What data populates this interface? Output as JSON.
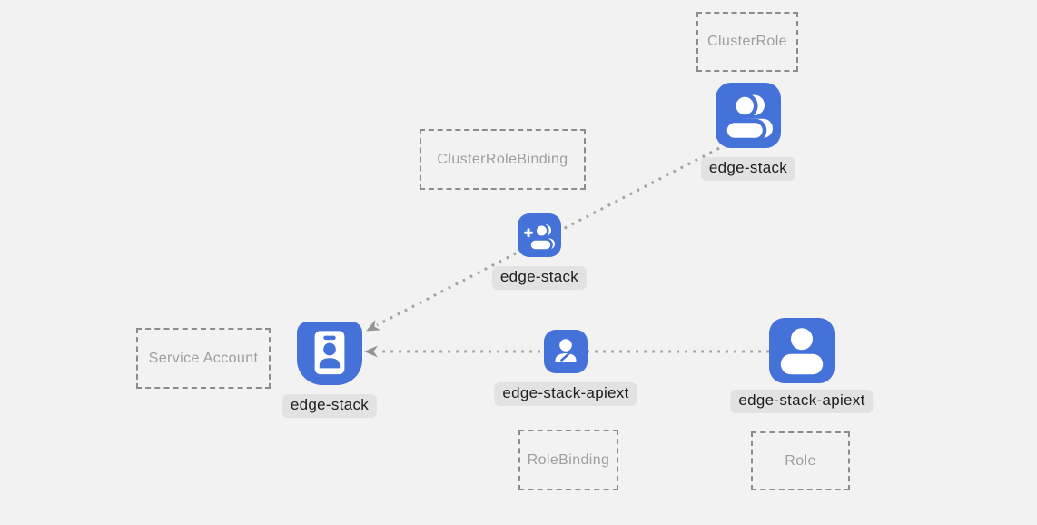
{
  "diagram": {
    "type_boxes": {
      "clusterrole": "ClusterRole",
      "clusterrolebinding": "ClusterRoleBinding",
      "serviceaccount": "Service Account",
      "rolebinding": "RoleBinding",
      "role": "Role"
    },
    "nodes": {
      "clusterrole": {
        "label": "edge-stack",
        "icon": "users-icon",
        "type": "ClusterRole"
      },
      "clusterrolebinding": {
        "label": "edge-stack",
        "icon": "user-add-icon",
        "type": "ClusterRoleBinding"
      },
      "serviceaccount": {
        "label": "edge-stack",
        "icon": "id-badge-icon",
        "type": "Service Account"
      },
      "rolebinding": {
        "label": "edge-stack-apiext",
        "icon": "user-edit-icon",
        "type": "RoleBinding"
      },
      "role": {
        "label": "edge-stack-apiext",
        "icon": "user-icon",
        "type": "Role"
      }
    },
    "edges": [
      {
        "from": "clusterrole",
        "via": "clusterrolebinding",
        "to": "serviceaccount",
        "style": "dotted-arrow"
      },
      {
        "from": "role",
        "via": "rolebinding",
        "to": "serviceaccount",
        "style": "dotted-arrow"
      }
    ],
    "colors": {
      "background": "#f2f2f3",
      "node_blue": "#4472d8",
      "glyph_white": "#ffffff",
      "chip_bg": "#e2e2e2",
      "chip_text": "#1d1d1f",
      "box_border": "#8c8c8c",
      "box_text": "#9e9e9e",
      "edge_dots": "#a3a3a3",
      "arrow": "#949494"
    }
  }
}
